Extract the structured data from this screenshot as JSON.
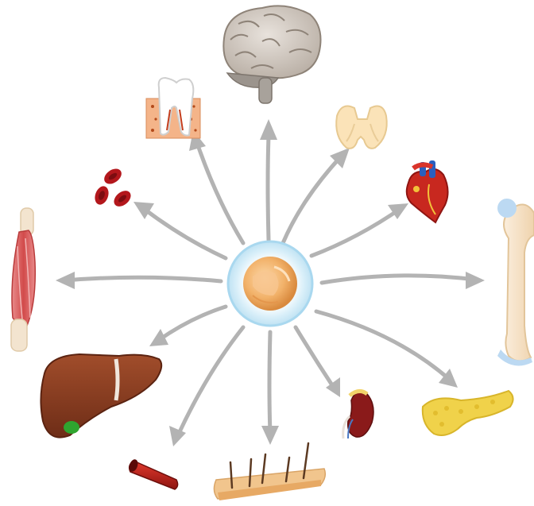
{
  "diagram": {
    "center": {
      "icon": "stem-cell-icon"
    },
    "targets": [
      {
        "id": "brain",
        "icon": "brain-icon"
      },
      {
        "id": "thyroid",
        "icon": "thyroid-icon"
      },
      {
        "id": "heart",
        "icon": "heart-icon"
      },
      {
        "id": "bone",
        "icon": "bone-icon"
      },
      {
        "id": "pancreas",
        "icon": "pancreas-icon"
      },
      {
        "id": "kidney",
        "icon": "kidney-icon"
      },
      {
        "id": "skin",
        "icon": "skin-hair-icon"
      },
      {
        "id": "blood-vessel",
        "icon": "blood-vessel-icon"
      },
      {
        "id": "liver",
        "icon": "liver-icon"
      },
      {
        "id": "muscle",
        "icon": "muscle-icon"
      },
      {
        "id": "red-blood-cells",
        "icon": "red-blood-cells-icon"
      },
      {
        "id": "tooth",
        "icon": "tooth-icon"
      }
    ],
    "colors": {
      "arrow": "#b3b3b3",
      "cell_halo": "#d8eef8",
      "cell_core": "#f2b26a",
      "brain": "#cfc7bf",
      "heart": "#c8281f",
      "liver": "#8a3d22",
      "pancreas": "#f0d24a",
      "bone": "#f7e3c5",
      "cartilage": "#bcd9f2"
    }
  }
}
